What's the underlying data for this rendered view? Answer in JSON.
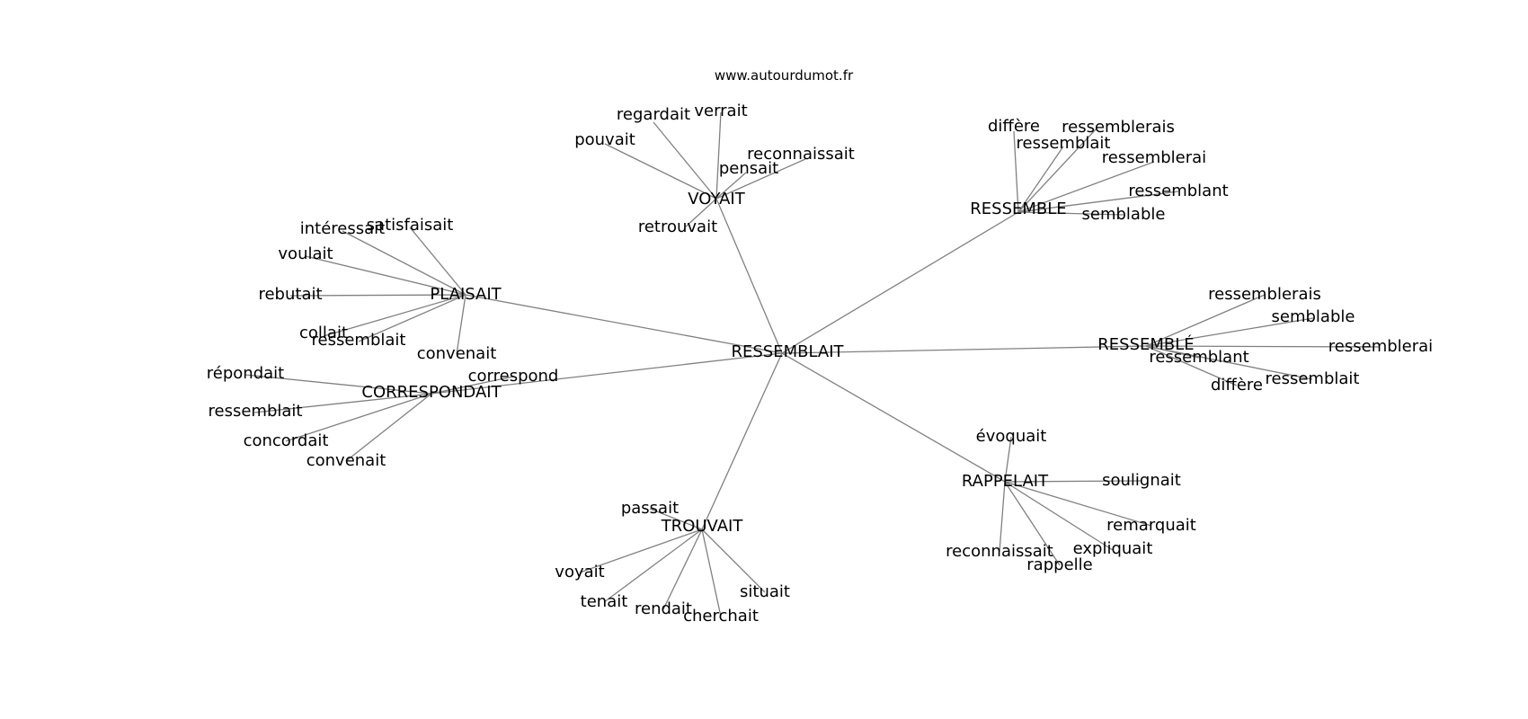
{
  "site": "www.autourdumot.fr",
  "center": "RESSEMBLAIT",
  "clusters": [
    {
      "word": "VOYAIT",
      "related": [
        "regardait",
        "verrait",
        "pouvait",
        "reconnaissait",
        "pensait",
        "retrouvait"
      ]
    },
    {
      "word": "RESSEMBLE",
      "related": [
        "diffère",
        "ressemblerais",
        "ressemblait",
        "ressemblerai",
        "ressemblant",
        "semblable"
      ]
    },
    {
      "word": "PLAISAIT",
      "related": [
        "intéressait",
        "satisfaisait",
        "voulait",
        "rebutait",
        "collait",
        "ressemblait",
        "convenait"
      ]
    },
    {
      "word": "RESSEMBLÉ",
      "related": [
        "ressemblerais",
        "semblable",
        "ressemblerai",
        "ressemblant",
        "ressemblait",
        "diffère"
      ]
    },
    {
      "word": "CORRESPONDAIT",
      "related": [
        "répondait",
        "correspond",
        "ressemblait",
        "concordait",
        "convenait"
      ]
    },
    {
      "word": "RAPPELAIT",
      "related": [
        "évoquait",
        "soulignait",
        "remarquait",
        "expliquait",
        "reconnaissait",
        "rappelle"
      ]
    },
    {
      "word": "TROUVAIT",
      "related": [
        "passait",
        "voyait",
        "tenait",
        "rendait",
        "cherchait",
        "situait"
      ]
    }
  ]
}
